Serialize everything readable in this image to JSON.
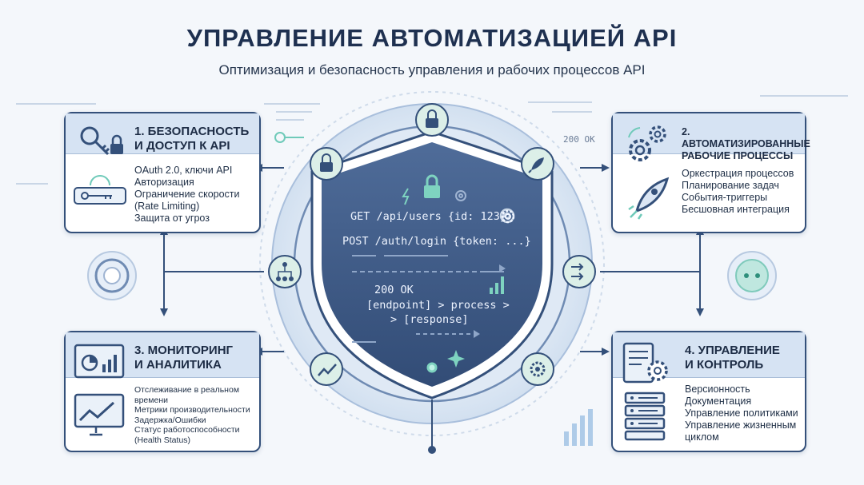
{
  "header": {
    "title": "УПРАВЛЕНИЕ АВТОМАТИЗАЦИЕЙ API",
    "subtitle": "Оптимизация и безопасность управления и рабочих процессов API"
  },
  "center": {
    "code_lines": [
      "GET /api/users {id: 123}",
      "POST /auth/login {token: ...}",
      "200 OK",
      "[endpoint] > process >",
      "> [response]"
    ],
    "side_status": "200 OK"
  },
  "cards": {
    "security": {
      "title_line1": "1. БЕЗОПАСНОСТЬ",
      "title_line2": "И ДОСТУП К API",
      "items": [
        "OAuth 2.0, ключи API",
        "Авторизация",
        "Ограничение скорости",
        "(Rate Limiting)",
        "Защита от угроз"
      ]
    },
    "workflows": {
      "title_line1": "2. АВТОМАТИЗИРОВАННЫЕ",
      "title_line2": "РАБОЧИЕ ПРОЦЕССЫ",
      "items": [
        "Оркестрация процессов",
        "Планирование задач",
        "События-триггеры",
        "Бесшовная интеграция"
      ]
    },
    "monitoring": {
      "title_line1": "3. МОНИТОРИНГ",
      "title_line2": "И АНАЛИТИКА",
      "items": [
        "Отслеживание в реальном",
        "времени",
        "Метрики производительности",
        "Задержка/Ошибки",
        "Статус работоспособности",
        "(Health Status)"
      ]
    },
    "governance": {
      "title_line1": "4. УПРАВЛЕНИЕ",
      "title_line2": "И КОНТРОЛЬ",
      "items": [
        "Версионность",
        "Документация",
        "Управление политиками",
        "Управление жизненным",
        "циклом"
      ]
    }
  },
  "colors": {
    "accent": "#34507a",
    "shield": "#3e5a86",
    "node_fill": "#dcefe8",
    "card_head": "#d6e3f3"
  },
  "icons": [
    "lock-icon",
    "rocket-icon",
    "gear-icon",
    "hierarchy-icon",
    "chart-line-icon",
    "flow-icon",
    "key-icon",
    "server-icon",
    "monitor-icon",
    "bar-chart-icon"
  ]
}
